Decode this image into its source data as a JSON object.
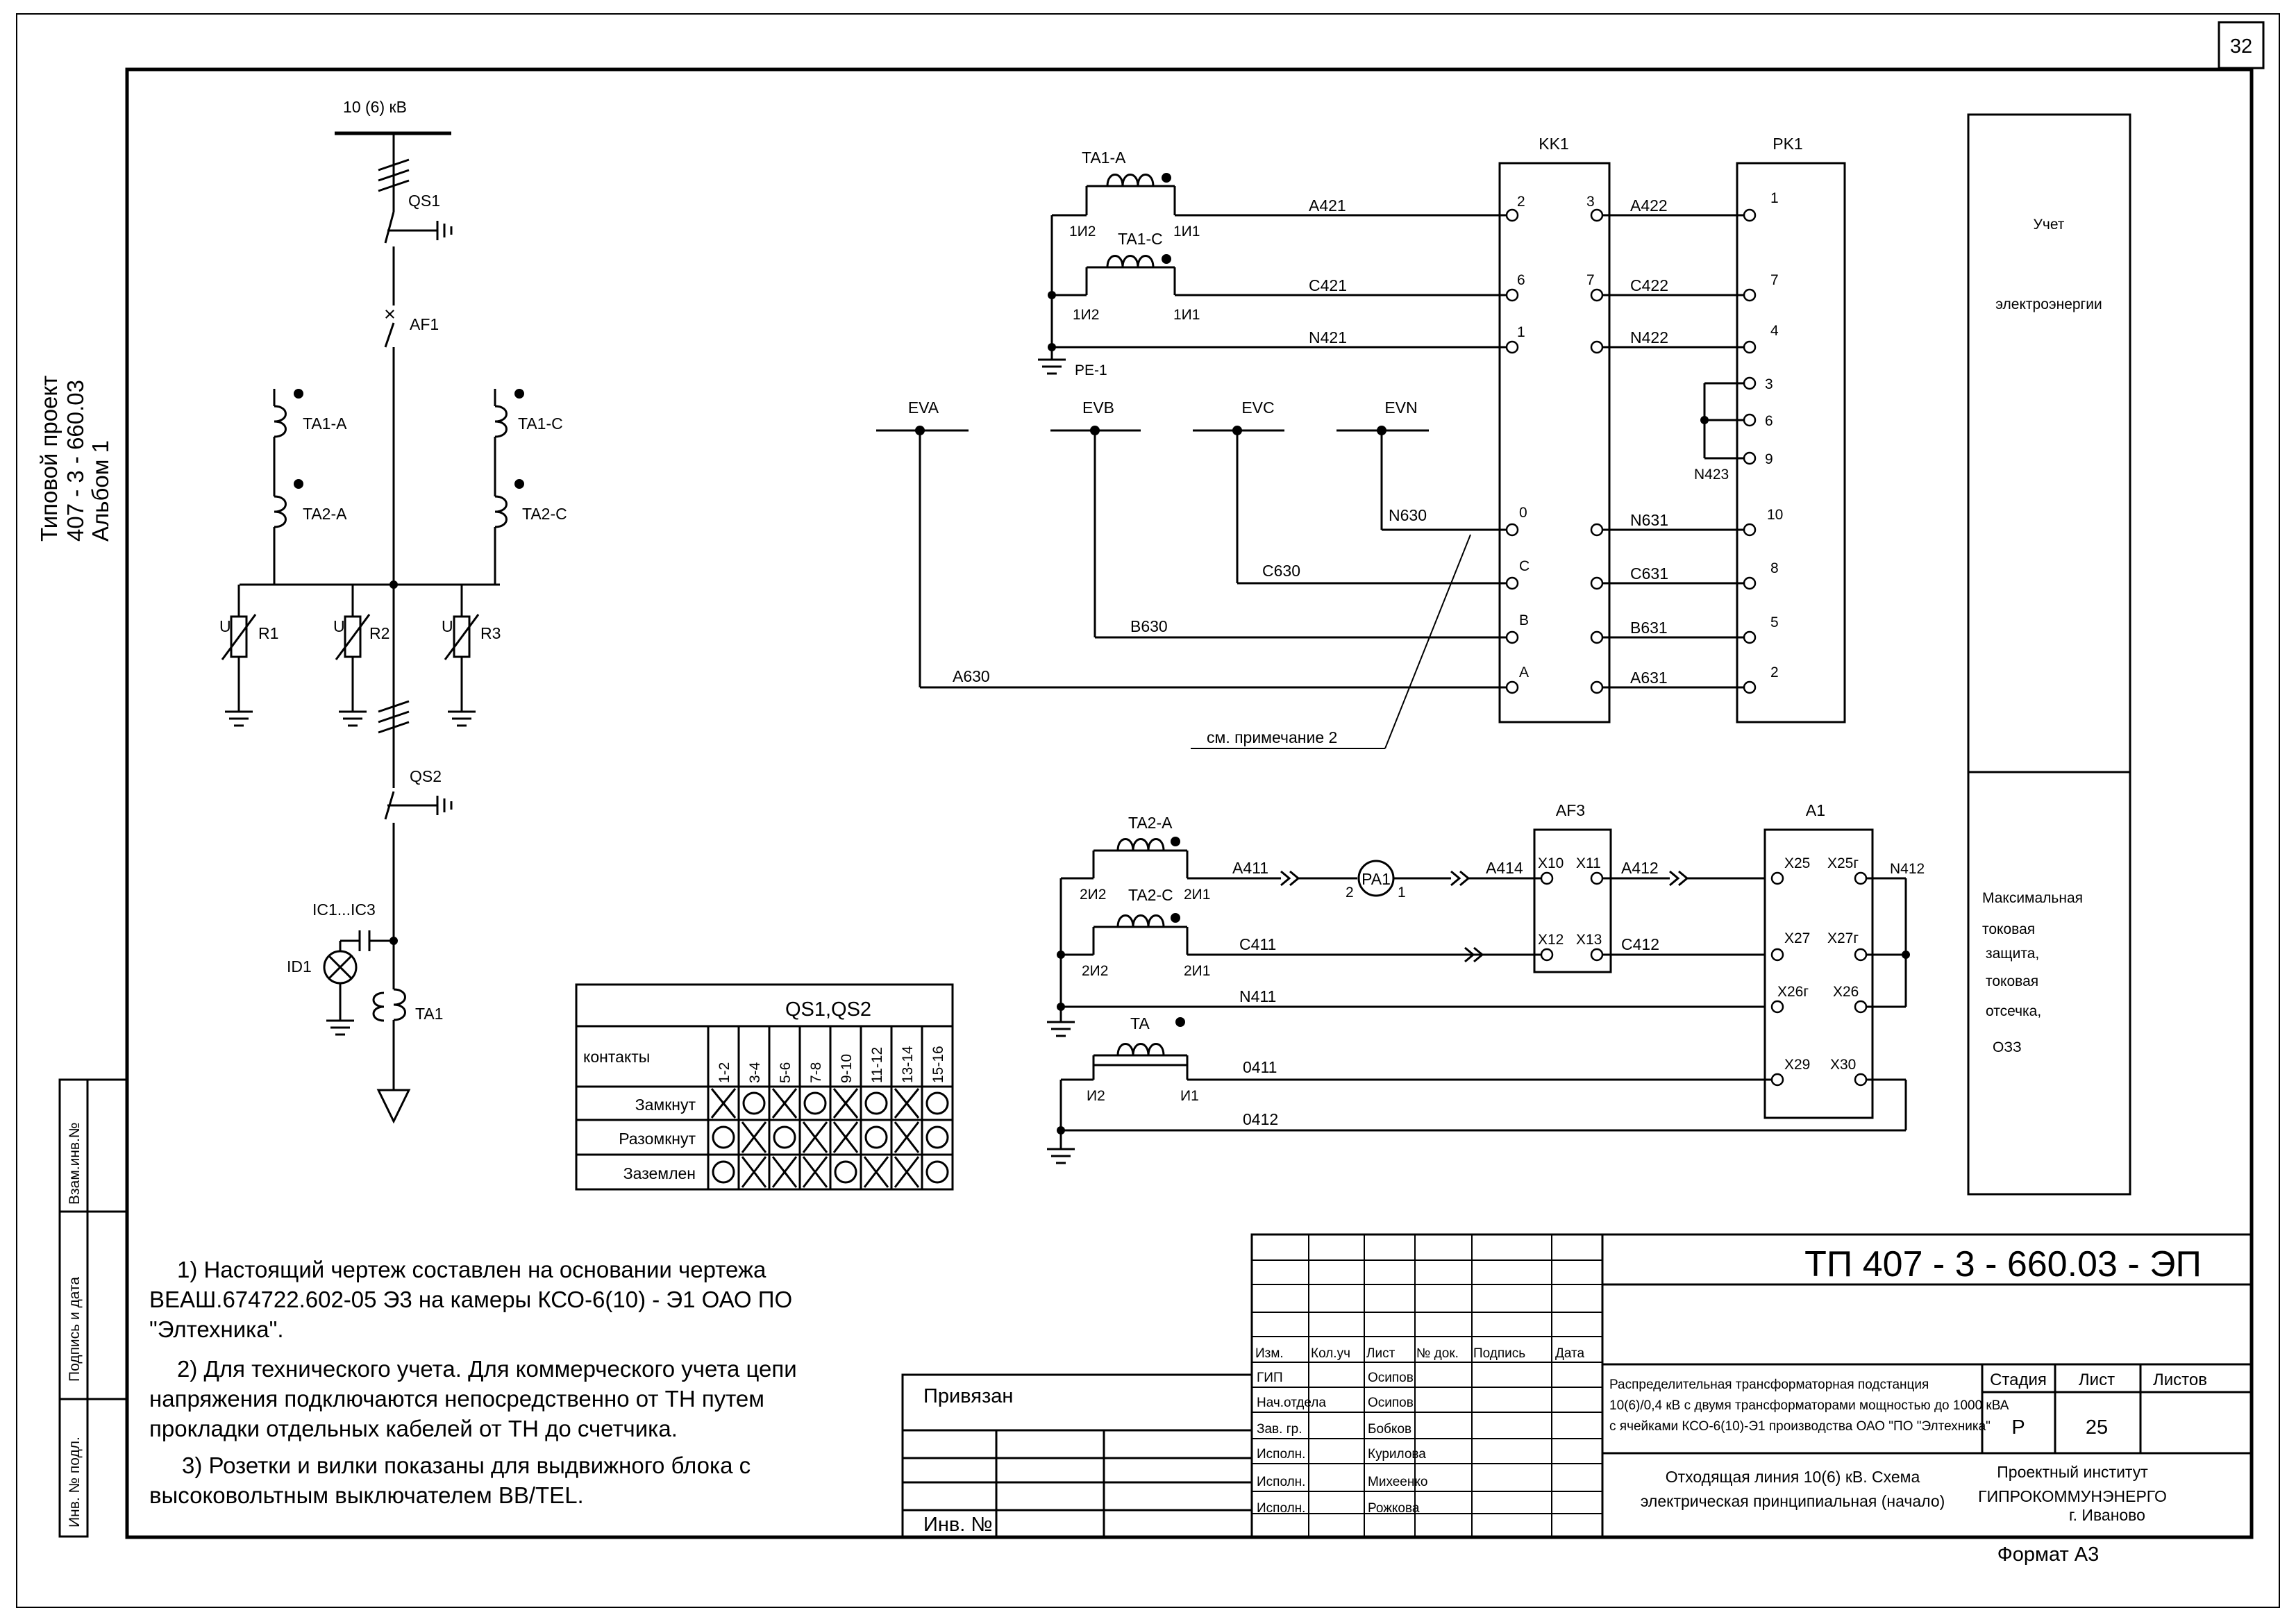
{
  "sheet_number": "32",
  "side_title": {
    "line1": "Типовой проект",
    "line2": "407 - 3 - 660.03",
    "line3": "Альбом   1"
  },
  "left_margin_fields": [
    "Взам.инв.№",
    "Подпись и дата",
    "Инв. № подл."
  ],
  "primary": {
    "bus_label": "10 (6) кВ",
    "qs1": "QS1",
    "af1": "AF1",
    "qs2": "QS2",
    "ta1a": "TA1-A",
    "ta2a": "TA2-A",
    "ta1c": "TA1-C",
    "ta2c": "TA2-C",
    "r1": "R1",
    "r2": "R2",
    "r3": "R3",
    "u": "U",
    "ic": "IC1...IC3",
    "id1": "ID1",
    "ta1": "TA1"
  },
  "metering": {
    "ta1a": "TA1-A",
    "ta1c": "TA1-C",
    "i2": "1И2",
    "i1": "1И1",
    "pe": "PE-1",
    "kk1": "KK1",
    "pk1": "PK1",
    "a421": "A421",
    "c421": "C421",
    "n421": "N421",
    "a422": "A422",
    "c422": "C422",
    "n422": "N422",
    "n423": "N423",
    "kk_pins_left": [
      "2",
      "6",
      "1"
    ],
    "kk_pins_right": [
      "3",
      "7"
    ],
    "pk_pins": [
      "1",
      "7",
      "4",
      "3",
      "6",
      "9",
      "10",
      "8",
      "5",
      "2"
    ],
    "ev": [
      "EVA",
      "EVB",
      "EVC",
      "EVN"
    ],
    "n630": "N630",
    "c630": "C630",
    "b630": "B630",
    "a630": "A630",
    "n631": "N631",
    "c631": "C631",
    "b631": "B631",
    "a631": "A631",
    "kk_pins_v": [
      "0",
      "C",
      "B",
      "A"
    ],
    "note_ref": "см. примечание  2"
  },
  "protection": {
    "ta2a": "TA2-A",
    "ta2c": "TA2-C",
    "ta": "TA",
    "i2": "2И2",
    "i1": "2И1",
    "ti2": "И2",
    "ti1": "И1",
    "a411": "A411",
    "c411": "C411",
    "n411": "N411",
    "w0411": "0411",
    "w0412": "0412",
    "pa1": "PA1",
    "pa_l": "2",
    "pa_r": "1",
    "a414": "A414",
    "a412": "A412",
    "c412": "C412",
    "n412": "N412",
    "af3": "AF3",
    "a1": "A1",
    "af3_pins": [
      "X10",
      "X11",
      "X12",
      "X13"
    ],
    "a1_pins": [
      "X25",
      "X25г",
      "X27",
      "X27г",
      "X26г",
      "X26",
      "X29",
      "X30"
    ]
  },
  "right_panel": {
    "top_lines": [
      "Учет",
      "электроэнергии"
    ],
    "bottom_lines": [
      "Максимальная",
      "токовая",
      "защита,",
      "токовая",
      "отсечка,",
      "ОЗЗ"
    ]
  },
  "qs_table": {
    "title": "QS1,QS2",
    "contacts_label": "контакты",
    "columns": [
      "1-2",
      "3-4",
      "5-6",
      "7-8",
      "9-10",
      "11-12",
      "13-14",
      "15-16"
    ],
    "rows": [
      {
        "label": "Замкнут",
        "marks": [
          "x",
          "o",
          "x",
          "o",
          "x",
          "o",
          "x",
          "o"
        ]
      },
      {
        "label": "Разомкнут",
        "marks": [
          "o",
          "x",
          "o",
          "x",
          "x",
          "o",
          "x",
          "o"
        ]
      },
      {
        "label": "Заземлен",
        "marks": [
          "o",
          "x",
          "x",
          "x",
          "o",
          "x",
          "x",
          "o"
        ]
      }
    ]
  },
  "notes": [
    "1) Настоящий чертеж составлен на основании чертежа",
    "ВЕАШ.674722.602-05  Э3 на камеры КСО-6(10) - Э1  ОАО  ПО",
    "\"Элтехника\".",
    "2)  Для технического учета. Для коммерческого учета цепи",
    "напряжения подключаются непосредственно от ТН путем",
    "прокладки отдельных кабелей от ТН до счетчика.",
    "3) Розетки и вилки показаны для выдвижного блока с",
    "высоковольтным выключателем BB/TEL."
  ],
  "stamp": {
    "privyazan": "Привязан",
    "inv": "Инв. №",
    "doc_code": "ТП  407 - 3 - 660.03 - ЭП",
    "headers": [
      "Изм.",
      "Кол.уч",
      "Лист",
      "№ док.",
      "Подпись",
      "Дата"
    ],
    "roles": [
      {
        "role": "ГИП",
        "name": "Осипов"
      },
      {
        "role": "Нач.отдела",
        "name": "Осипов"
      },
      {
        "role": "Зав. гр.",
        "name": "Бобков"
      },
      {
        "role": "Исполн.",
        "name": "Курилова"
      },
      {
        "role": "Исполн.",
        "name": "Михеенко"
      },
      {
        "role": "Исполн.",
        "name": "Рожкова"
      }
    ],
    "desc_lines": [
      "Распределительная трансформаторная подстанция",
      "10(6)/0,4 кВ с двумя трансформаторами мощностью  до 1000 кВА",
      "с ячейками КСО-6(10)-Э1 производства ОАО \"ПО \"Элтехника\""
    ],
    "title_lines": [
      "Отходящая линия 10(6) кВ. Схема",
      "электрическая принципиальная (начало)"
    ],
    "stage_label": "Стадия",
    "sheet_label": "Лист",
    "sheets_label": "Листов",
    "stage": "Р",
    "sheet": "25",
    "org_lines": [
      "Проектный институт",
      "ГИПРОКОММУНЭНЕРГО",
      "г. Иваново"
    ],
    "format": "Формат А3"
  }
}
